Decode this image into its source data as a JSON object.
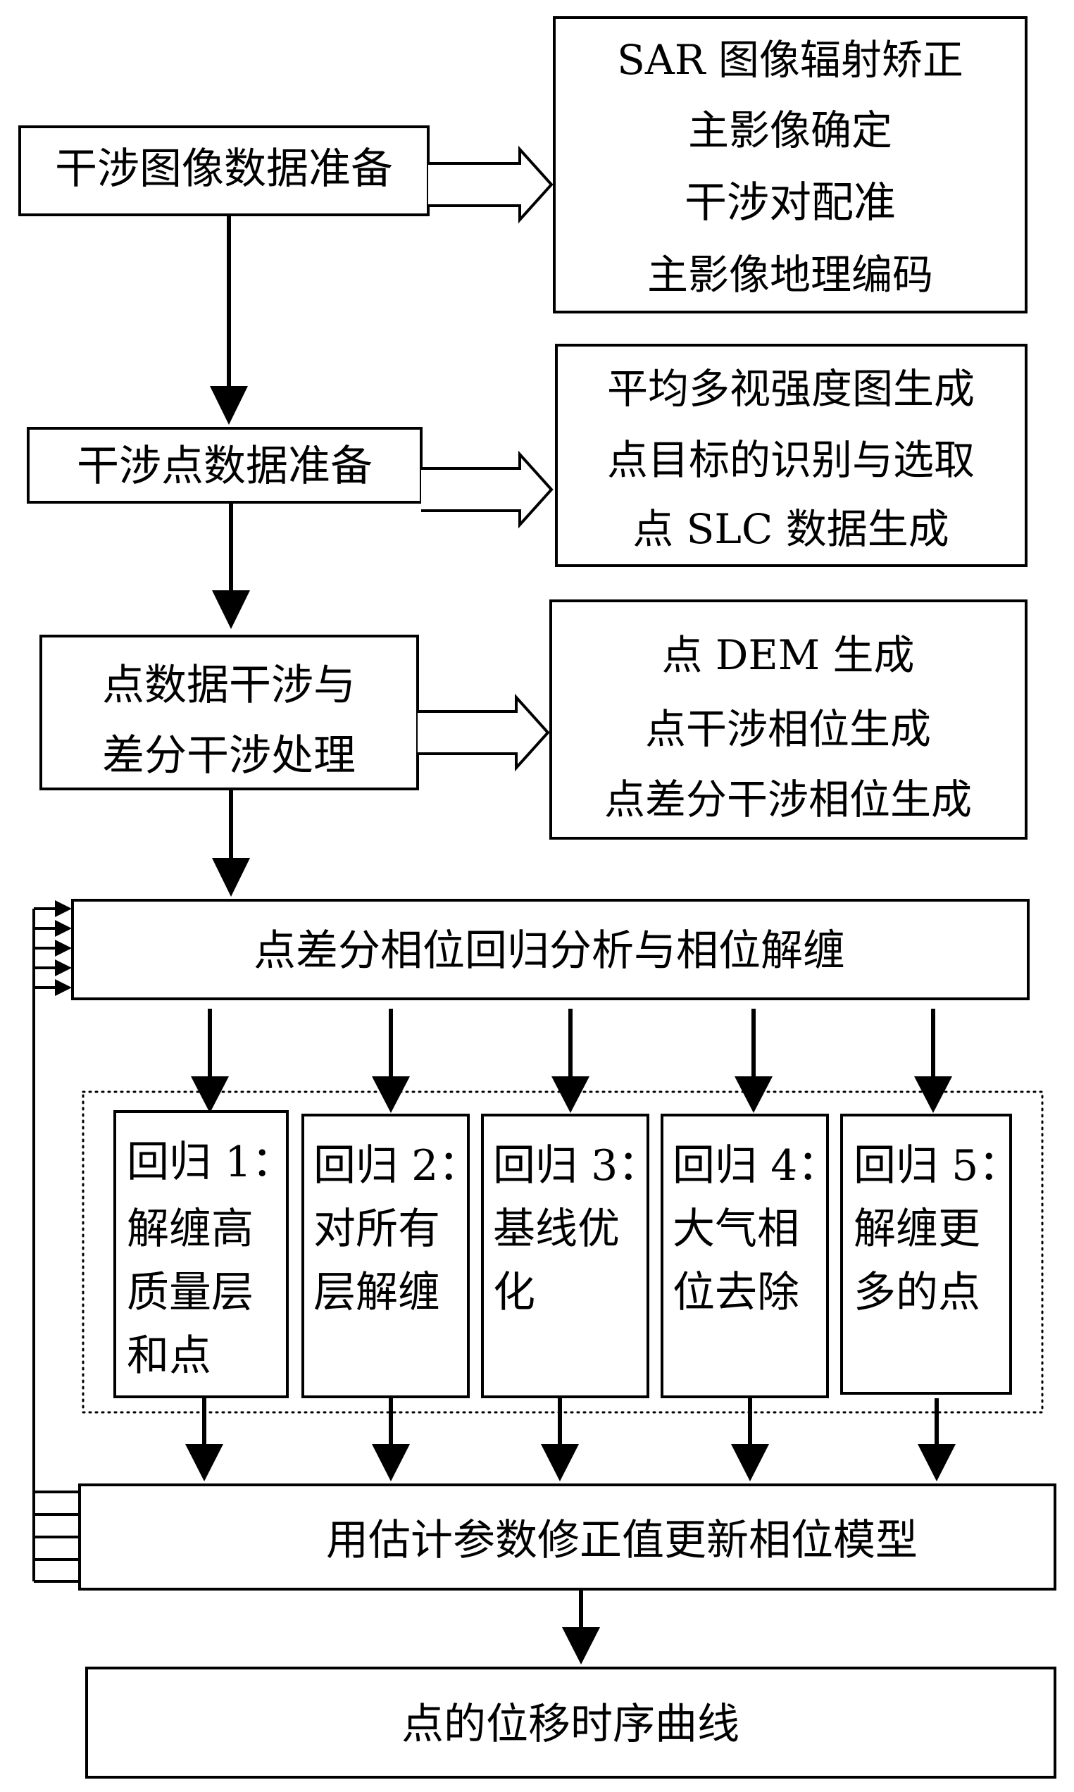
{
  "steps": {
    "s1": "干涉图像数据准备",
    "s2": "干涉点数据准备",
    "s3": [
      "点数据干涉与",
      "差分干涉处理"
    ],
    "s4": "点差分相位回归分析与相位解缠",
    "s5": "用估计参数修正值更新相位模型",
    "s6": "点的位移时序曲线"
  },
  "details": {
    "d1": [
      "SAR 图像辐射矫正",
      "主影像确定",
      "干涉对配准",
      "主影像地理编码"
    ],
    "d2": [
      "平均多视强度图生成",
      "点目标的识别与选取",
      "点 SLC 数据生成"
    ],
    "d3": [
      "点 DEM 生成",
      "点干涉相位生成",
      "点差分干涉相位生成"
    ]
  },
  "regressions": [
    {
      "lines": [
        "回归 1：",
        "解缠高",
        "质量层",
        "和点"
      ]
    },
    {
      "lines": [
        "回归 2：",
        "对所有",
        "层解缠"
      ]
    },
    {
      "lines": [
        "回归 3：",
        "基线优",
        "化"
      ]
    },
    {
      "lines": [
        "回归 4：",
        "大气相",
        "位去除"
      ]
    },
    {
      "lines": [
        "回归 5：",
        "解缠更",
        "多的点"
      ]
    }
  ]
}
